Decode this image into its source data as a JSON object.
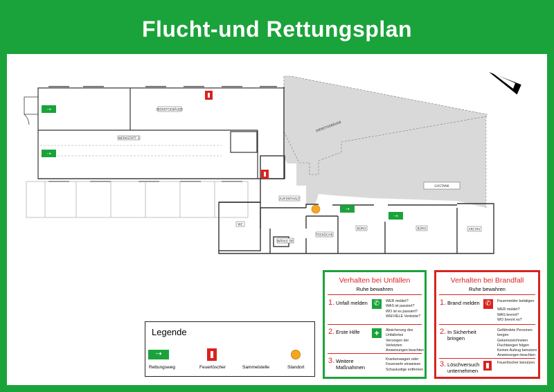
{
  "header": {
    "title": "Flucht-und Rettungsplan"
  },
  "floorplan": {
    "rooms": {
      "dienstgebaude_top": "DIENSTGEBÄUDE",
      "werkstatt": "WERKSTATT 2",
      "dienstgebaude_yard": "DIENSTGEBÄUDE",
      "gastank": "GASTANK",
      "aufenthalt": "AUFENTHALT",
      "wc": "WC",
      "teeküche": "TEEKÜCHE",
      "wahle": "WÄHLE DE",
      "buro1": "BÜRO",
      "buro2": "BÜRO",
      "archiv": "ARCHIV"
    }
  },
  "accidents_panel": {
    "title": "Verhalten bei Unfällen",
    "subtitle": "Ruhe bewahren",
    "border_color": "#1aa33a",
    "title_color": "#d9231f",
    "steps": [
      {
        "num": "1.",
        "title": "Unfall melden",
        "icon": "phone-icon",
        "desc": [
          "WER meldet?",
          "WAS ist passiert?",
          "WO ist es passiert?",
          "WIEVIELE Verletzte?"
        ]
      },
      {
        "num": "2.",
        "title": "Erste Hilfe",
        "icon": "first-aid-icon",
        "desc": [
          "Absicherung des",
          "Unfallortes",
          "Versorgen der Verletzten",
          "Anweisungen beachten"
        ]
      },
      {
        "num": "3.",
        "title_lines": [
          "Weitere",
          "Maßnahmen"
        ],
        "icon": "",
        "desc": [
          "Krankenwagen oder",
          "Feuerwehr einweisen",
          "Schaulustige entfernen"
        ]
      }
    ]
  },
  "fire_panel": {
    "title": "Verhalten bei Brandfall",
    "subtitle": "Ruhe bewahren",
    "border_color": "#d9231f",
    "title_color": "#d9231f",
    "steps": [
      {
        "num": "1.",
        "title": "Brand melden",
        "icon": "fire-phone-icon",
        "desc_top": "Feuermelder betätigen",
        "desc": [
          "WER meldet?",
          "WAS brennt?",
          "WO brennt es?"
        ]
      },
      {
        "num": "2.",
        "title_lines": [
          "In Sicherheit",
          "bringen"
        ],
        "icon": "",
        "desc": [
          "Gefährdete Personen",
          "bergen",
          "Gekennzeichneten",
          "Fluchtwegen folgen",
          "Keinen Aufzug benutzen",
          "Anweisungen beachten"
        ]
      },
      {
        "num": "3.",
        "title_lines": [
          "Löschversuch",
          "unternehmen"
        ],
        "icon": "extinguisher-icon",
        "desc": [
          "Feuerlöscher benutzen"
        ]
      }
    ]
  },
  "legend": {
    "title": "Legende",
    "items": [
      {
        "label": "Rettungsweg",
        "icon": "exit-sign-icon"
      },
      {
        "label": "Feuerlöscher",
        "icon": "extinguisher-icon"
      },
      {
        "label": "Sammelstelle",
        "icon": ""
      },
      {
        "label": "Standort",
        "icon": "standort-dot-icon"
      }
    ]
  },
  "colors": {
    "green": "#1aa33a",
    "red": "#d9231f",
    "standort": "#f5a623",
    "yard": "#d9d9d9"
  }
}
